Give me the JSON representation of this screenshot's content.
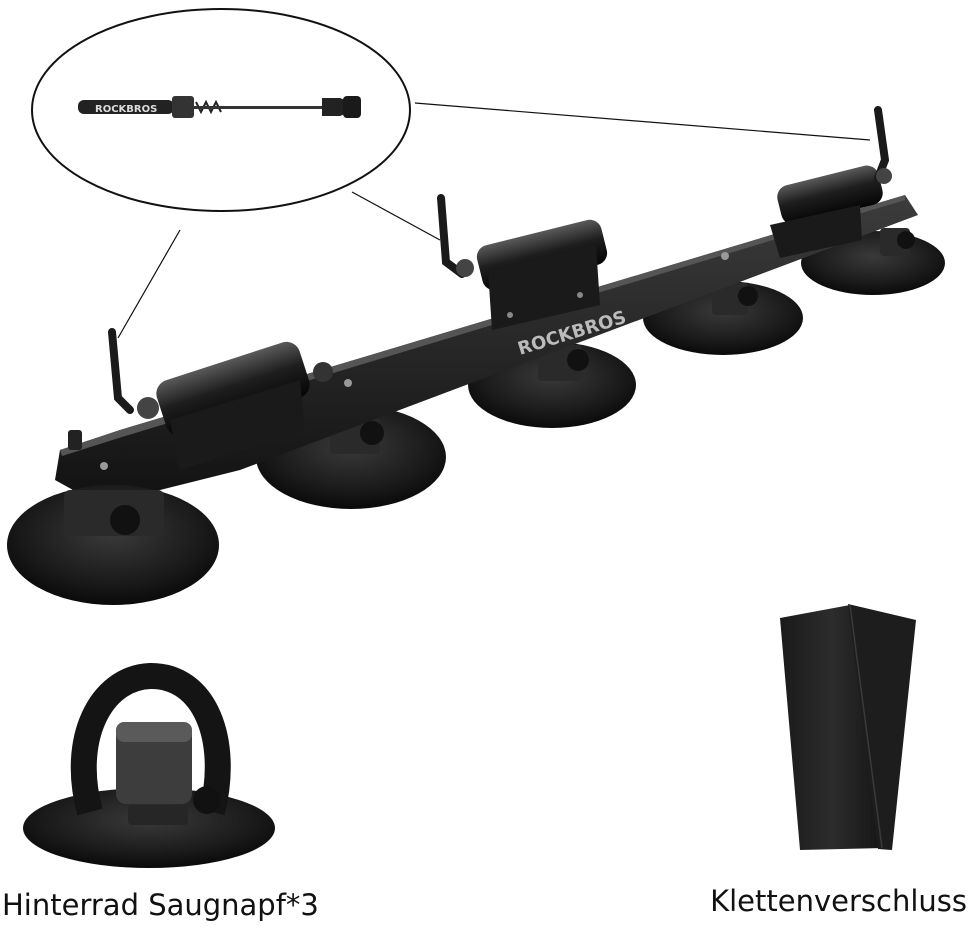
{
  "image": {
    "subject": "roof-mounted bicycle carrier with suction cups",
    "brand_text": "ROCKBROS",
    "background_color": "#ffffff",
    "accessories": [
      {
        "id": "rear-wheel-suction-cup",
        "caption": "Hinterrad Saugnapf*3"
      },
      {
        "id": "velcro-strap",
        "caption": "Klettenverschluss"
      }
    ]
  }
}
